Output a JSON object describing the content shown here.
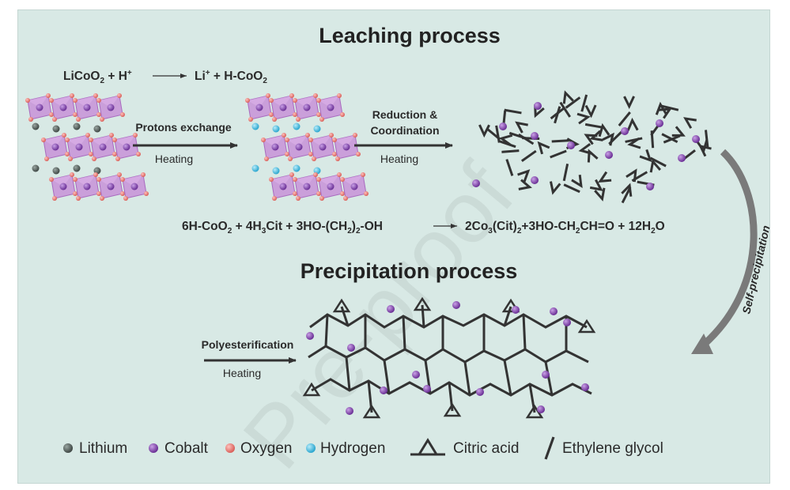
{
  "titles": {
    "leaching": "Leaching process",
    "precipitation": "Precipitation process"
  },
  "equations": {
    "eq1": {
      "lhs_a": "LiCoO",
      "lhs_a_sub": "2",
      "plus1": " + H",
      "h_sup": "+",
      "rhs_a": "Li",
      "rhs_a_sup": "+",
      "rhs_b": " + H-CoO",
      "rhs_b_sub": "2"
    },
    "eq2": {
      "p1": "6H-CoO",
      "s1": "2",
      "p2": " + 4H",
      "s2": "3",
      "p3": "Cit + 3HO-(CH",
      "s3": "2",
      "p4": ")",
      "s4": "2",
      "p5": "-OH",
      "p6": "2Co",
      "s6": "3",
      "p7": "(Cit)",
      "s7": "2",
      "p8": "+3HO-CH",
      "s8": "2",
      "p9": "CH=O + 12H",
      "s9": "2",
      "p10": "O"
    }
  },
  "arrows": {
    "protons_exchange": "Protons exchange",
    "heating_1": "Heating",
    "reduction_line1": "Reduction &",
    "reduction_line2": "Coordination",
    "heating_2": "Heating",
    "self_precipitation": "Self-precipitation",
    "polyesterification": "Polyesterification",
    "heating_3": "Heating"
  },
  "legend": {
    "lithium": "Lithium",
    "cobalt": "Cobalt",
    "oxygen": "Oxygen",
    "hydrogen": "Hydrogen",
    "citric_acid": "Citric acid",
    "ethylene_glycol": "Ethylene glycol"
  },
  "watermark": "Pre-proof",
  "colors": {
    "panel_bg": "#d8e9e5",
    "octahedron": "#c892d8",
    "cobalt": "#7c3ea8",
    "lithium": "#555f5c",
    "oxygen": "#e8807a",
    "hydrogen": "#56c4e2",
    "chain": "#333333",
    "arrow": "#7a7a7a"
  }
}
